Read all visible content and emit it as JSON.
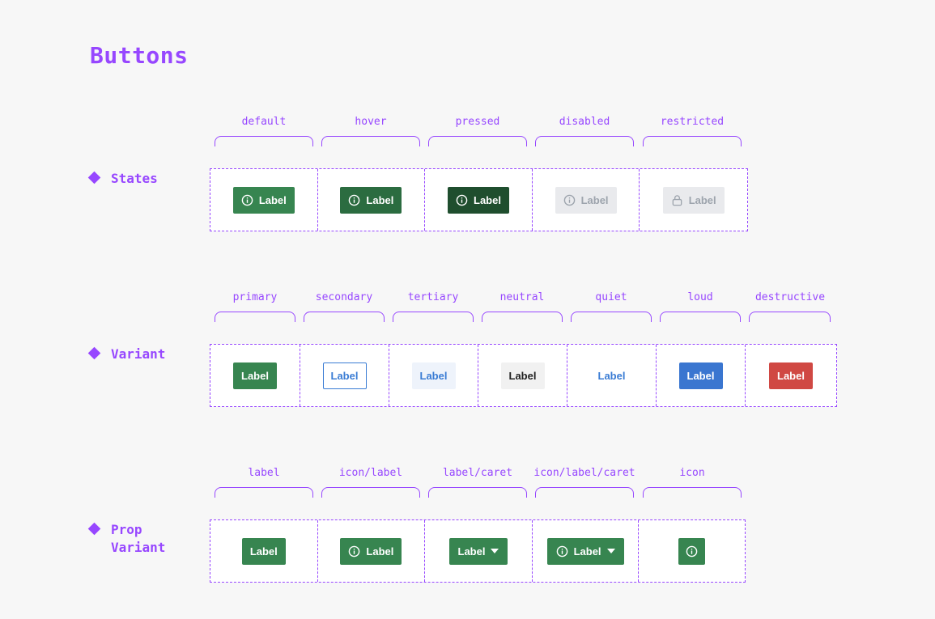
{
  "page_title": "Buttons",
  "button_label": "Label",
  "states": {
    "title": "States",
    "columns": [
      "default",
      "hover",
      "pressed",
      "disabled",
      "restricted"
    ]
  },
  "variant": {
    "title": "Variant",
    "columns": [
      "primary",
      "secondary",
      "tertiary",
      "neutral",
      "quiet",
      "loud",
      "destructive"
    ]
  },
  "prop_variant": {
    "title": "Prop\nVariant",
    "columns": [
      "label",
      "icon/label",
      "label/caret",
      "icon/label/caret",
      "icon"
    ]
  },
  "icons": {
    "info": "info-icon",
    "lock": "lock-icon",
    "caret": "caret-down-icon"
  },
  "colors": {
    "accent": "#9747ff",
    "primary_default": "#378550",
    "primary_hover": "#2b6c40",
    "primary_pressed": "#1f4e2e",
    "disabled_bg": "#e9eaed",
    "disabled_text": "#9da4ad",
    "link_blue": "#3a7cd4",
    "loud": "#3a76d0",
    "destructive": "#d04843"
  }
}
